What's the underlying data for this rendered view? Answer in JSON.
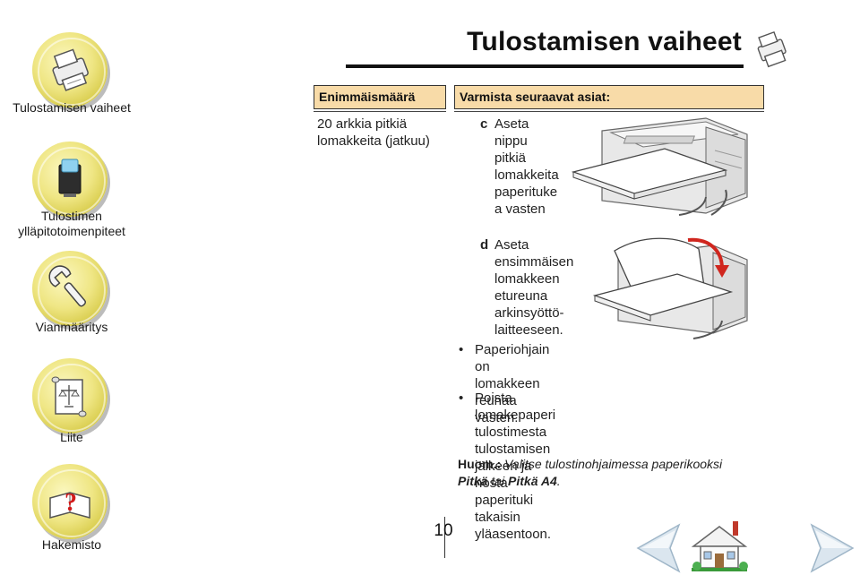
{
  "sidebar": {
    "items": [
      {
        "label": "Tulostamisen vaiheet",
        "icon": "printer-icon"
      },
      {
        "label": "Tulostimen ylläpitotoimenpiteet",
        "icon": "ink-cartridge-icon"
      },
      {
        "label": "Vianmääritys",
        "icon": "wrench-icon"
      },
      {
        "label": "Liite",
        "icon": "scroll-icon"
      },
      {
        "label": "Hakemisto",
        "icon": "question-book-icon"
      }
    ]
  },
  "header": {
    "title": "Tulostamisen vaiheet"
  },
  "table": {
    "left_header": "Enimmäismäärä",
    "right_header": "Varmista seuraavat asiat:",
    "left_cell": [
      "20 arkkia pitkiä",
      "lomakkeita (jatkuu)"
    ],
    "steps": [
      {
        "letter": "c",
        "lines": [
          "Aseta",
          "nippu",
          "pitkiä",
          "lomakkeita",
          "paperituke",
          "a vasten"
        ]
      },
      {
        "letter": "d",
        "lines": [
          "Aseta",
          "ensimmäisen",
          "lomakkeen",
          "etureuna",
          "arkinsyöttö-",
          "laitteeseen."
        ]
      }
    ],
    "bullets": [
      {
        "lines": [
          "Paperiohjain on",
          "lomakkeen reunaa vasten."
        ]
      },
      {
        "lines": [
          "Poista lomakepaperi tulostimesta",
          "tulostamisen jälkeen ja nosta paperituki",
          "takaisin yläasentoon."
        ]
      }
    ],
    "note": {
      "label": "Huom.:",
      "text1": " Valitse tulostinohjaimessa paperikooksi",
      "opt1": "Pitkä",
      "mid": " tai ",
      "opt2": "Pitkä A4",
      "end": "."
    }
  },
  "footer": {
    "page_number": "10"
  },
  "colors": {
    "header_fill": "#f8dba8",
    "nav_disc": "#efe684",
    "arrow_fill": "#dbe6ef"
  }
}
